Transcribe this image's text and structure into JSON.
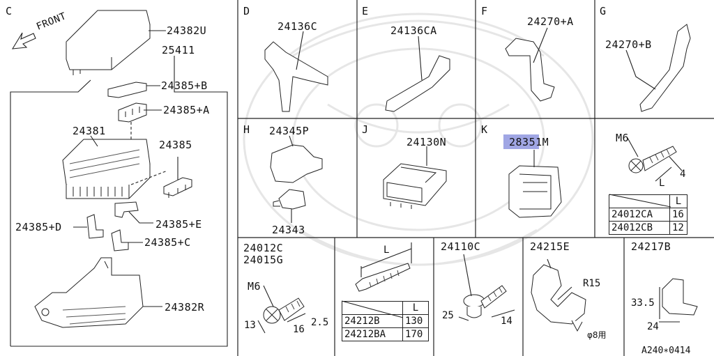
{
  "sections": {
    "C": {
      "label": "C",
      "front": "FRONT",
      "parts": [
        "24382U",
        "25411",
        "24385+B",
        "24385+A",
        "24381",
        "24385",
        "24385+E",
        "24385+D",
        "24385+C",
        "24382R"
      ]
    },
    "D": {
      "label": "D",
      "parts": [
        "24136C"
      ]
    },
    "E": {
      "label": "E",
      "parts": [
        "24136CA"
      ]
    },
    "F": {
      "label": "F",
      "parts": [
        "24270+A"
      ]
    },
    "G": {
      "label": "G",
      "parts": [
        "24270+B"
      ]
    },
    "H": {
      "label": "H",
      "parts": [
        "24345P",
        "24343"
      ]
    },
    "J": {
      "label": "J",
      "parts": [
        "24130N"
      ]
    },
    "K": {
      "label": "K",
      "parts": [
        "28351M"
      ]
    },
    "bolt1": {
      "size": "M6",
      "dim": "4",
      "dimL": "L",
      "table": {
        "header": [
          "",
          "L"
        ],
        "rows": [
          [
            "24012CA",
            "16"
          ],
          [
            "24012CB",
            "12"
          ]
        ]
      }
    },
    "bolt2": {
      "parts": [
        "24012C",
        "24015G"
      ],
      "size": "M6",
      "dims": [
        "13",
        "16",
        "2.5"
      ]
    },
    "clip": {
      "dimL": "L",
      "table": {
        "header": [
          "",
          "L"
        ],
        "rows": [
          [
            "24212B",
            "130"
          ],
          [
            "24212BA",
            "170"
          ]
        ]
      }
    },
    "screw": {
      "part": "24110C",
      "dims": [
        "25",
        "14"
      ]
    },
    "clamp": {
      "part": "24215E",
      "radius": "R15",
      "note": "φ8用"
    },
    "bracket": {
      "part": "24217B",
      "dims": [
        "33.5",
        "24"
      ]
    }
  },
  "footer_code": "A240∗0414"
}
